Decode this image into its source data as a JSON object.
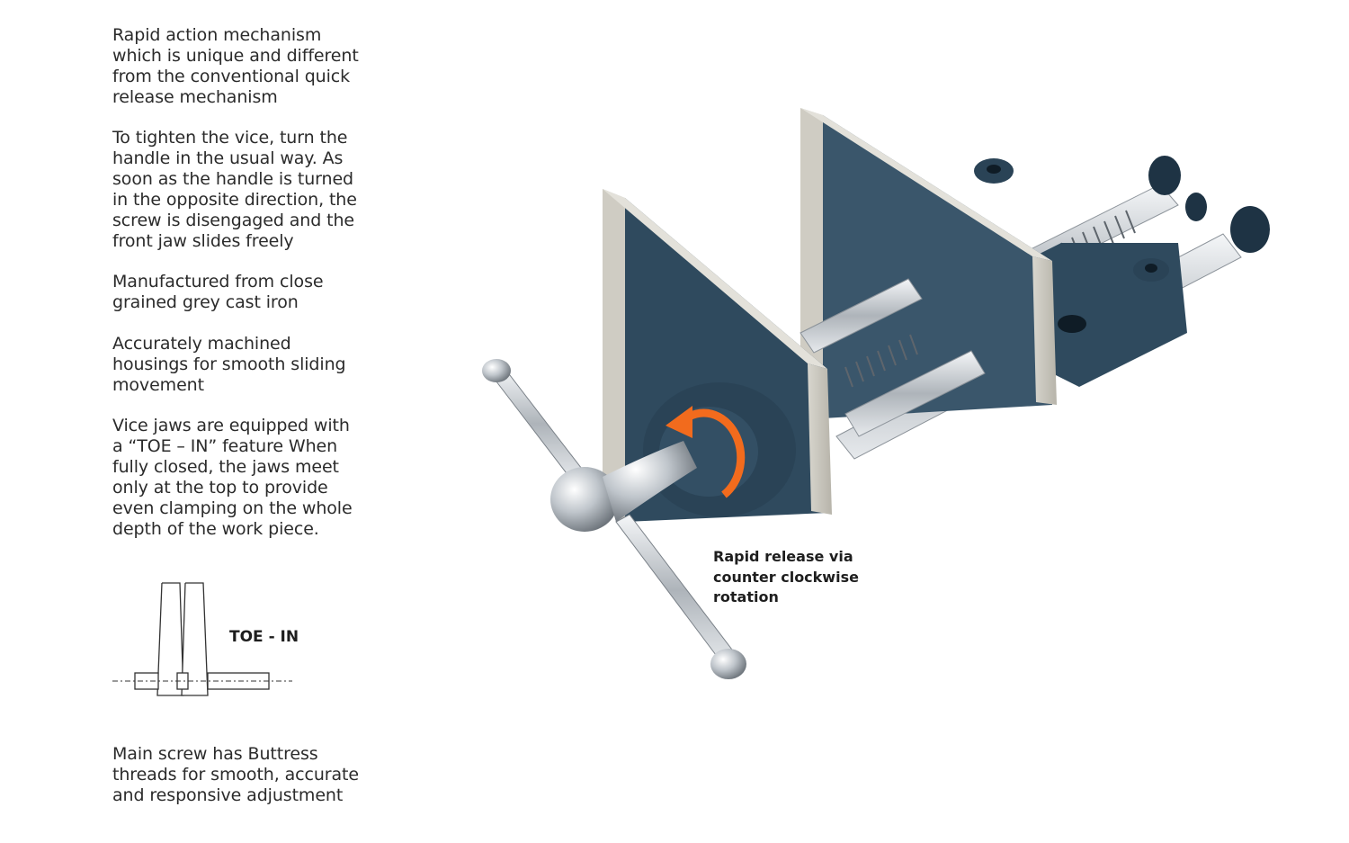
{
  "features": [
    "Rapid action mechanism\nwhich is unique and different\nfrom the conventional quick\nrelease mechanism",
    "To tighten the vice, turn the\nhandle in the usual way. As\nsoon as the handle is turned\nin the opposite direction, the\nscrew is disengaged and the\nfront jaw slides freely",
    "Manufactured from close\ngrained grey cast iron",
    "Accurately machined\nhousings for smooth sliding\nmovement",
    "Vice jaws are equipped with\na “TOE – IN” feature When\nfully closed, the jaws meet\nonly at the top to provide\neven clamping on the whole\ndepth of the work piece.",
    "Main screw has Buttress\nthreads for smooth, accurate\nand responsive adjustment"
  ],
  "toe_in_label": "TOE - IN",
  "callout": "Rapid release via\ncounter clockwise\nrotation",
  "colors": {
    "vice_body": "#2f4a5e",
    "steel": "#c9cdd1",
    "arrow": "#f26b1d",
    "text": "#2b2b2b"
  },
  "icons": [
    "toe-in-diagram-icon",
    "woodworking-vice-icon",
    "rotation-arrow-icon"
  ]
}
